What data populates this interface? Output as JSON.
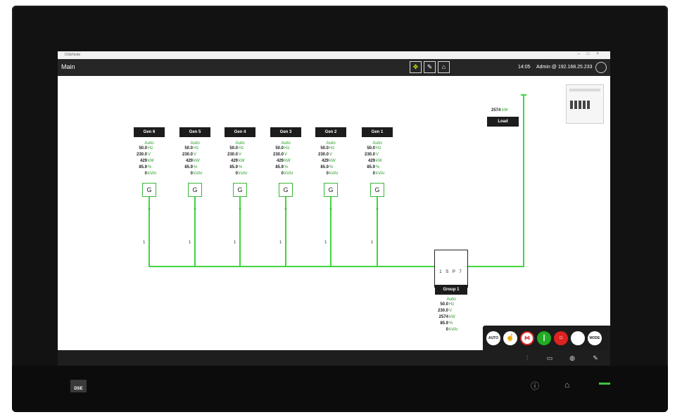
{
  "window": {
    "app_name": "DSENode",
    "controls": [
      "–",
      "□",
      "×"
    ]
  },
  "appbar": {
    "page": "Main",
    "time": "14:05",
    "user": "Admin @ 192.168.25.233",
    "center_icons": [
      "move-icon",
      "pen-icon",
      "home-icon"
    ]
  },
  "generators": [
    {
      "name": "Gen 6",
      "mode": "Auto",
      "hz": "50.0",
      "v": "230.0",
      "kw": "429",
      "pf": "85.9",
      "kvar": "0",
      "symbol": "G",
      "breaker_id": "1"
    },
    {
      "name": "Gen 5",
      "mode": "Auto",
      "hz": "50.0",
      "v": "230.0",
      "kw": "429",
      "pf": "85.9",
      "kvar": "0",
      "symbol": "G",
      "breaker_id": "1"
    },
    {
      "name": "Gen 4",
      "mode": "Auto",
      "hz": "50.0",
      "v": "230.0",
      "kw": "429",
      "pf": "85.9",
      "kvar": "0",
      "symbol": "G",
      "breaker_id": "1"
    },
    {
      "name": "Gen 3",
      "mode": "Auto",
      "hz": "50.0",
      "v": "230.0",
      "kw": "429",
      "pf": "85.9",
      "kvar": "0",
      "symbol": "G",
      "breaker_id": "1"
    },
    {
      "name": "Gen 2",
      "mode": "Auto",
      "hz": "50.0",
      "v": "230.0",
      "kw": "429",
      "pf": "85.9",
      "kvar": "0",
      "symbol": "G",
      "breaker_id": "1"
    },
    {
      "name": "Gen 1",
      "mode": "Auto",
      "hz": "50.0",
      "v": "230.0",
      "kw": "429",
      "pf": "85.9",
      "kvar": "0",
      "symbol": "G",
      "breaker_id": "1"
    }
  ],
  "units": {
    "hz": "Hz",
    "v": "V",
    "kw": "kW",
    "pf": "%",
    "kvar": "kVAr"
  },
  "load": {
    "label": "Load",
    "kw": "2574"
  },
  "group": {
    "name": "Group 1",
    "mode": "Auto",
    "hz": "50.0",
    "v": "230.0",
    "kw": "2574",
    "pf": "85.9",
    "kvar": "0",
    "isolator": "1 S P 7"
  },
  "controls": [
    "AUTO",
    "MODE"
  ],
  "brand": {
    "logo": "DSE",
    "accent": "#3ed63e"
  }
}
